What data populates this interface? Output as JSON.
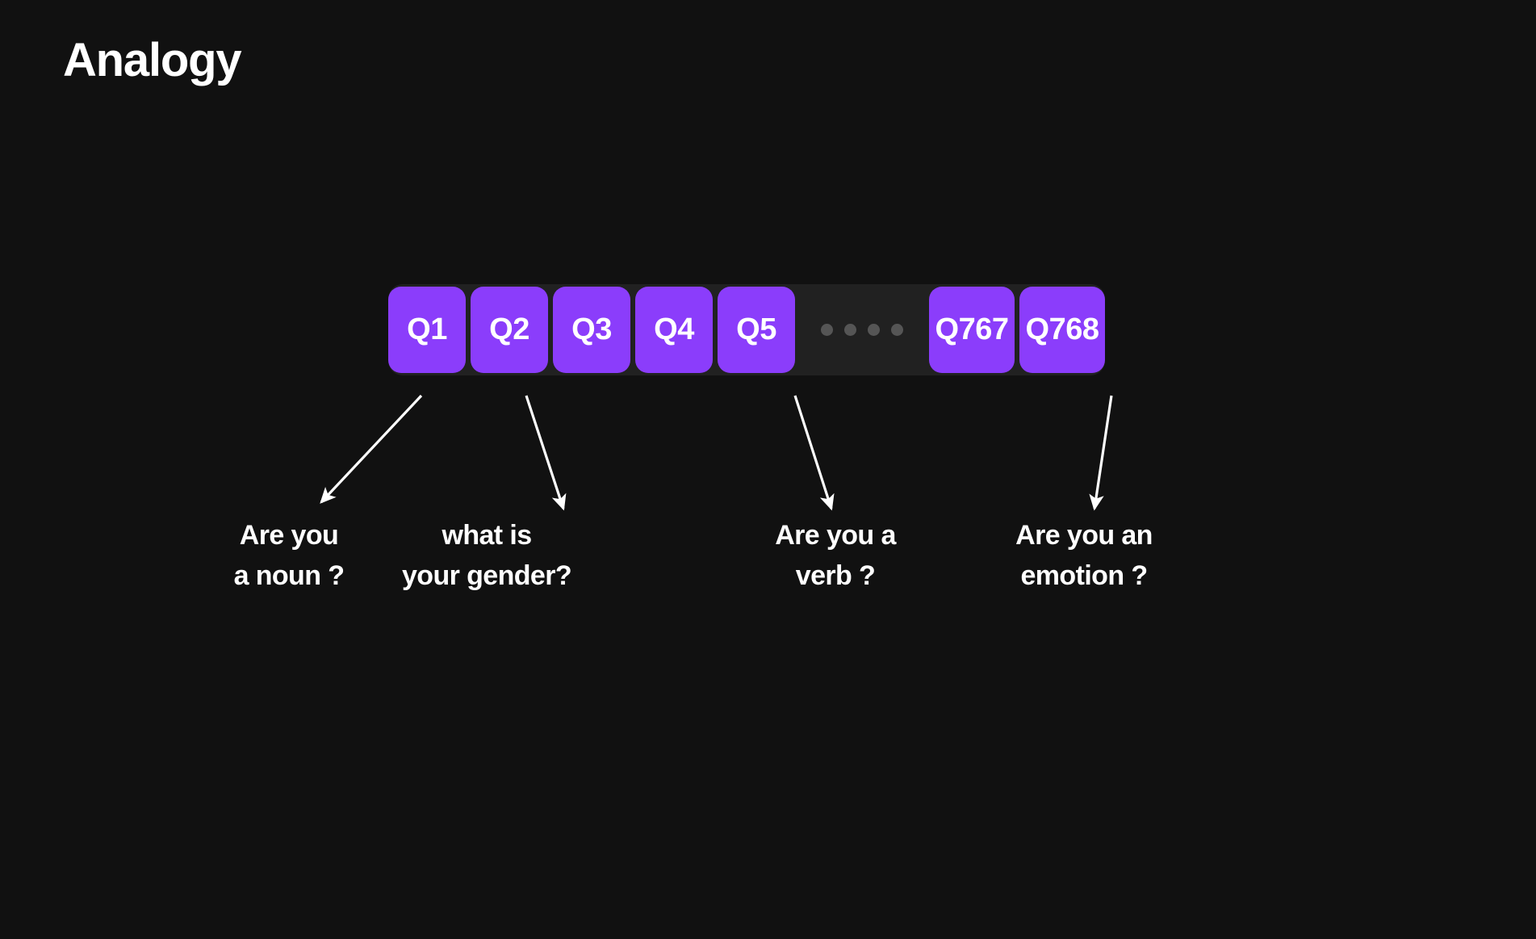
{
  "page": {
    "title": "Analogy",
    "background_color": "#111111"
  },
  "colors": {
    "background": "#111111",
    "strip_background": "#212121",
    "chip_purple": "#8B3DFB",
    "dot_gray": "#555555",
    "text_white": "#FFFFFF",
    "arrow_white": "#FFFFFF"
  },
  "token_strip": {
    "chips": [
      {
        "label": "Q1",
        "width": "narrow"
      },
      {
        "label": "Q2",
        "width": "narrow"
      },
      {
        "label": "Q3",
        "width": "narrow"
      },
      {
        "label": "Q4",
        "width": "narrow"
      },
      {
        "label": "Q5",
        "width": "narrow"
      },
      {
        "label": "Q767",
        "width": "wide"
      },
      {
        "label": "Q768",
        "width": "wide"
      }
    ],
    "ellipsis_dot_count": 4,
    "ellipsis_after_chip": "Q5"
  },
  "callouts": [
    {
      "target_chip": "Q1",
      "line1": "Are you",
      "line2": "a noun ?",
      "text": "Are you\na noun ?"
    },
    {
      "target_chip": "Q2",
      "line1": "what is",
      "line2": "your gender?",
      "text": "what is\nyour gender?"
    },
    {
      "target_chip": "Q5",
      "line1": "Are you a",
      "line2": "verb ?",
      "text": "Are you a\nverb ?"
    },
    {
      "target_chip": "Q768",
      "line1": "Are you an",
      "line2": "emotion ?",
      "text": "Are you an\nemotion ?"
    }
  ]
}
